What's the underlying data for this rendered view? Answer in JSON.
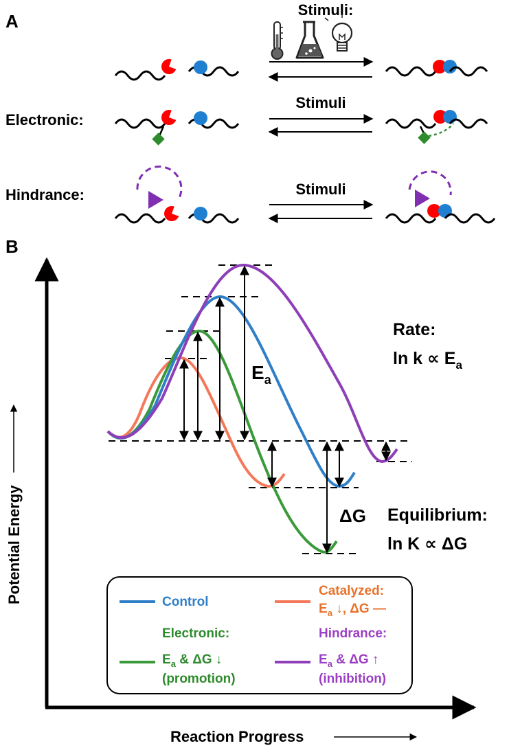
{
  "panel_a": {
    "label": "A",
    "stimuli_header": "Stimuli:",
    "stimuli_row_label": "Stimuli",
    "rows": [
      {
        "label": "",
        "arrow_label": ""
      },
      {
        "label": "Electronic:",
        "arrow_label": "Stimuli"
      },
      {
        "label": "Hindrance:",
        "arrow_label": "Stimuli"
      }
    ],
    "icons": [
      "thermometer-icon",
      "flask-icon",
      "lightbulb-icon"
    ],
    "colors": {
      "red": "#ff0000",
      "blue": "#1f7fd1",
      "green": "#2e8b2e",
      "purple": "#7f2fb0"
    }
  },
  "panel_b": {
    "label": "B",
    "y_axis_label": "Potential Energy",
    "x_axis_label": "Reaction Progress",
    "ea_label": "E",
    "ea_sub": "a",
    "dg_label": "ΔG",
    "rate_title": "Rate:",
    "rate_eq_prefix": "ln k ∝ E",
    "rate_eq_sub": "a",
    "eq_title": "Equilibrium:",
    "eq_eq": "ln K ∝ ΔG",
    "colors": {
      "control": "#2f7fc8",
      "catalyzed": "#f4795b",
      "electronic": "#3a9a3a",
      "hindrance": "#8e3fb8"
    }
  },
  "legend": {
    "control": "Control",
    "catalyzed_title": "Catalyzed:",
    "catalyzed_desc_a": "E",
    "catalyzed_desc_sub": "a",
    "catalyzed_desc_b": " ↓, ΔG —",
    "electronic_title": "Electronic:",
    "electronic_desc_a": "E",
    "electronic_desc_sub": "a",
    "electronic_desc_b": " & ΔG ↓",
    "electronic_note": "(promotion)",
    "hindrance_title": "Hindrance:",
    "hindrance_desc_a": "E",
    "hindrance_desc_sub": "a",
    "hindrance_desc_b": " & ΔG ↑",
    "hindrance_note": "(inhibition)"
  }
}
